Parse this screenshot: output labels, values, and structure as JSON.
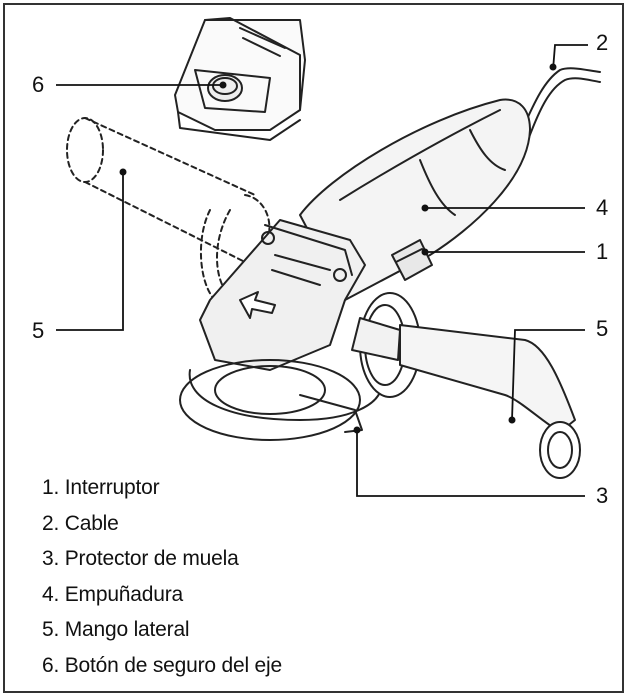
{
  "callouts": {
    "c1": "1",
    "c2": "2",
    "c3": "3",
    "c4": "4",
    "c5_left": "5",
    "c5_right": "5",
    "c6": "6"
  },
  "legend": [
    "1. Interruptor",
    "2. Cable",
    "3. Protector de muela",
    "4. Empuñadura",
    "5. Mango lateral",
    "6. Botón de seguro del eje"
  ]
}
